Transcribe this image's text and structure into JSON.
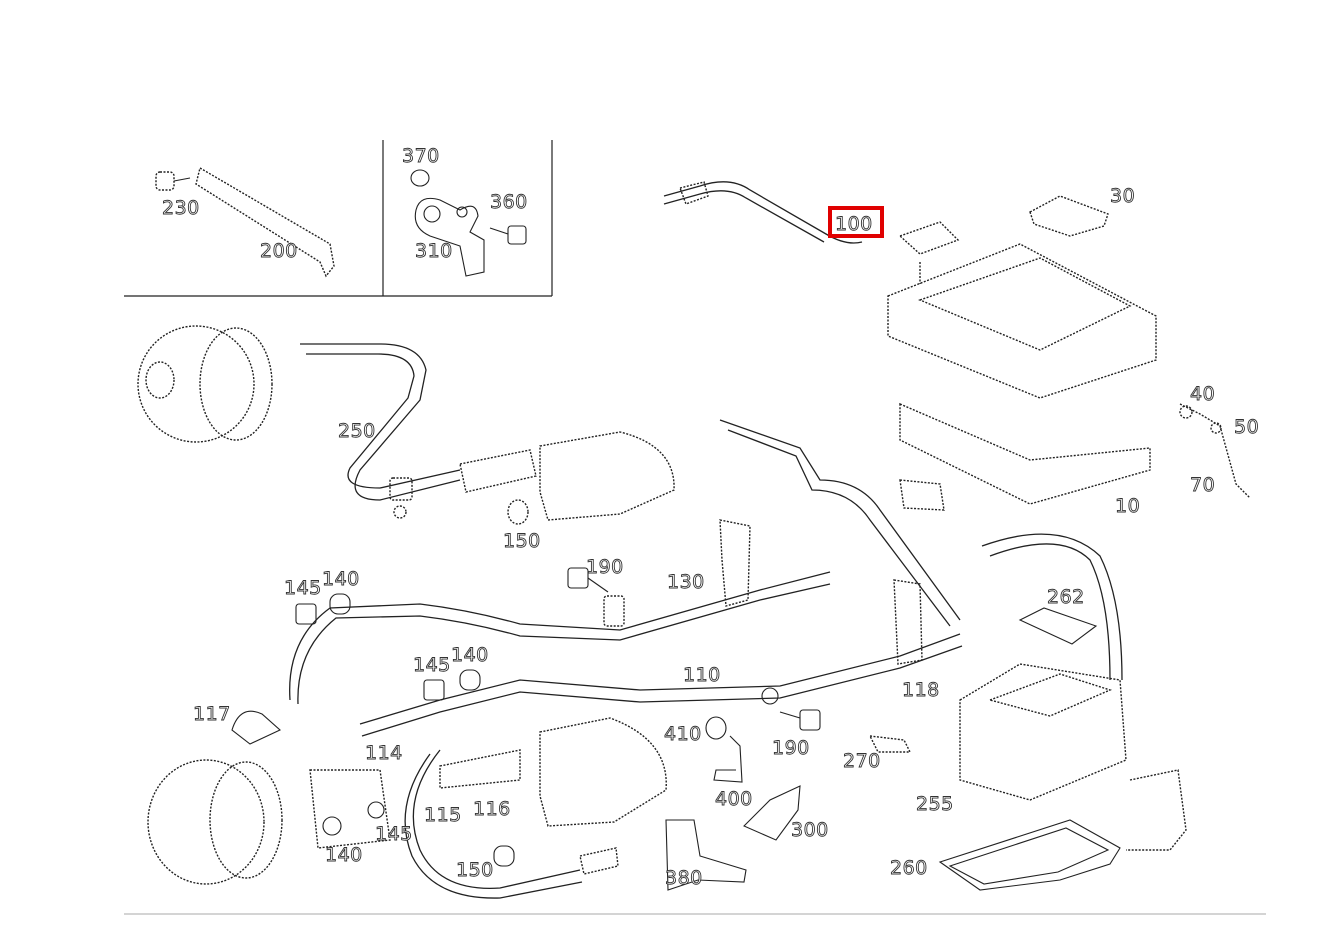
{
  "highlight": {
    "label": "100",
    "color": "#e00000"
  },
  "callouts": {
    "c230": "230",
    "c200": "200",
    "c370": "370",
    "c360": "360",
    "c310": "310",
    "c100": "100",
    "c30": "30",
    "c250": "250",
    "c40": "40",
    "c50": "50",
    "c70": "70",
    "c10": "10",
    "c150a": "150",
    "c190a": "190",
    "c130": "130",
    "c145a": "145",
    "c140a": "140",
    "c262": "262",
    "c145b": "145",
    "c140b": "140",
    "c110": "110",
    "c118": "118",
    "c117": "117",
    "c410": "410",
    "c190b": "190",
    "c270": "270",
    "c114": "114",
    "c400": "400",
    "c255": "255",
    "c115": "115",
    "c116": "116",
    "c145c": "145",
    "c140c": "140",
    "c300": "300",
    "c150b": "150",
    "c380": "380",
    "c260": "260"
  }
}
